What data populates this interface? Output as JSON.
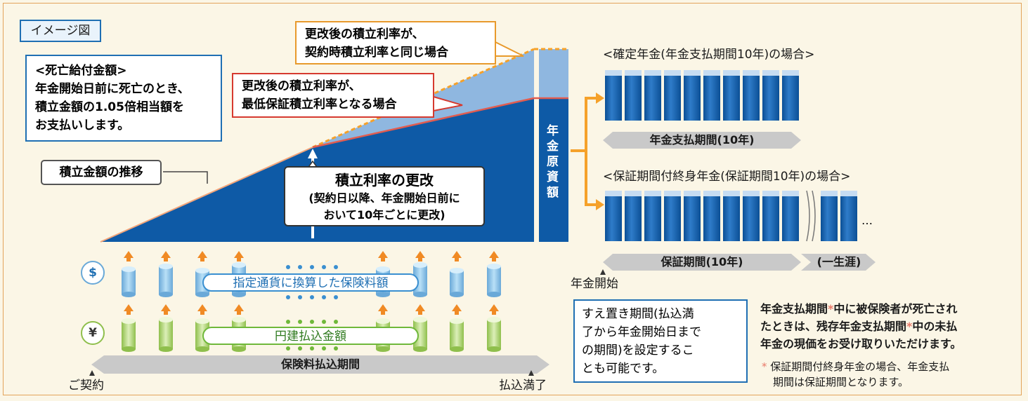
{
  "labels": {
    "image_tag": "イメージ図",
    "death_benefit": {
      "title": "<死亡給付金額>",
      "line1": "年金開始日前に死亡のとき、",
      "line2": "積立金額の1.05倍相当額を",
      "line3": "お支払いします。"
    },
    "accumulation_trend": "積立金額の推移",
    "callout_same": {
      "line1": "更改後の積立利率が、",
      "line2": "契約時積立利率と同じ場合"
    },
    "callout_min": {
      "line1": "更改後の積立利率が、",
      "line2": "最低保証積立利率となる場合"
    },
    "rate_renewal": {
      "title": "積立利率の更改",
      "line1": "(契約日以降、年金開始日前に",
      "line2": "おいて10年ごとに更改)"
    },
    "pension_principal": "年金原資額",
    "fixed_annuity_header": "<確定年金(年金支払期間10年)の場合>",
    "fixed_payment_period": "年金支払期間(10年)",
    "guaranteed_annuity_header": "<保証期間付終身年金(保証期間10年)の場合>",
    "guarantee_period": "保証期間(10年)",
    "lifetime": "(一生涯)",
    "ellipsis": "…",
    "pension_start": "年金開始",
    "currency_dollar": "$",
    "currency_yen": "¥",
    "converted_premium": "指定通貨に換算した保険料額",
    "yen_payment": "円建払込金額",
    "premium_period": "保険料払込期間",
    "contract": "ご契約",
    "payment_complete": "払込満了",
    "deferral_note": {
      "line1": "すえ置き期間(払込満",
      "line2": "了から年金開始日まで",
      "line3": "の期間)を設定するこ",
      "line4": "とも可能です。"
    },
    "death_during_payment": {
      "line1_a": "年金支払期間",
      "line1_b": "中に被保険者が死亡され",
      "line2_a": "たときは、残存年金支払期間",
      "line2_b": "中の未払",
      "line3": "年金の現価をお受け取りいただけます。"
    },
    "asterisk": "*",
    "footnote": {
      "line1": "保証期間付終身年金の場合、年金支払",
      "line2": "期間は保証期間となります。"
    }
  },
  "colors": {
    "dark_blue": "#0e5aa6",
    "light_blue": "#8fb7e0",
    "orange": "#f5a12a",
    "red": "#d63a2f",
    "yen_green": "#a9d06e",
    "dollar_blue": "#8cc6ea",
    "arrow_orange": "#f08a24",
    "period_gray": "#c9c9c9"
  }
}
